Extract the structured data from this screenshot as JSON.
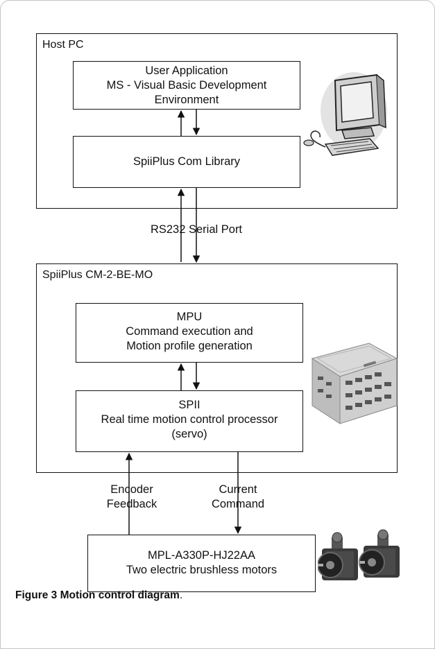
{
  "host_pc": {
    "label": "Host PC",
    "user_app": {
      "lines": [
        "User Application",
        "MS - Visual Basic Development",
        "Environment"
      ]
    },
    "com_library": {
      "label": "SpiiPlus Com Library"
    }
  },
  "link_label": "RS232 Serial Port",
  "controller": {
    "label": "SpiiPlus CM-2-BE-MO",
    "mpu": {
      "lines": [
        "MPU",
        "Command execution and",
        "Motion profile generation"
      ]
    },
    "spii": {
      "lines": [
        "SPII",
        "Real time motion control processor",
        "(servo)"
      ]
    }
  },
  "encoder_label": [
    "Encoder",
    "Feedback"
  ],
  "command_label": [
    "Current",
    "Command"
  ],
  "motors": {
    "lines": [
      "MPL-A330P-HJ22AA",
      "Two electric brushless motors"
    ]
  },
  "caption": {
    "figure": "Figure 3",
    "title": "Motion control diagram",
    "period": "."
  },
  "images": [
    "computer-picture",
    "controller-unit-picture",
    "brushless-motors-picture"
  ]
}
